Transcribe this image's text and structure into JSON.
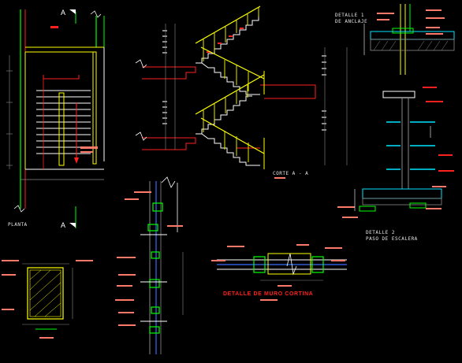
{
  "labels": {
    "planta": "PLANTA",
    "corte": "CORTE A - A",
    "detalle1_line1": "DETALLE 1",
    "detalle1_line2": "DE ANCLAJE",
    "detalle2_line1": "DETALLE 2",
    "detalle2_line2": "PASO DE ESCALERA",
    "muro_cortina": "DETALLE DE MURO CORTINA",
    "section_mark_top": "A",
    "section_mark_bottom": "A"
  },
  "colors": {
    "background": "#000000",
    "yellow": "#ffff00",
    "red": "#ff2020",
    "green": "#00ff00",
    "blue": "#3a6bff",
    "cyan": "#00e5ff",
    "white": "#ffffff",
    "gray": "#8a8a8a",
    "salmon": "#ff7a6a"
  }
}
